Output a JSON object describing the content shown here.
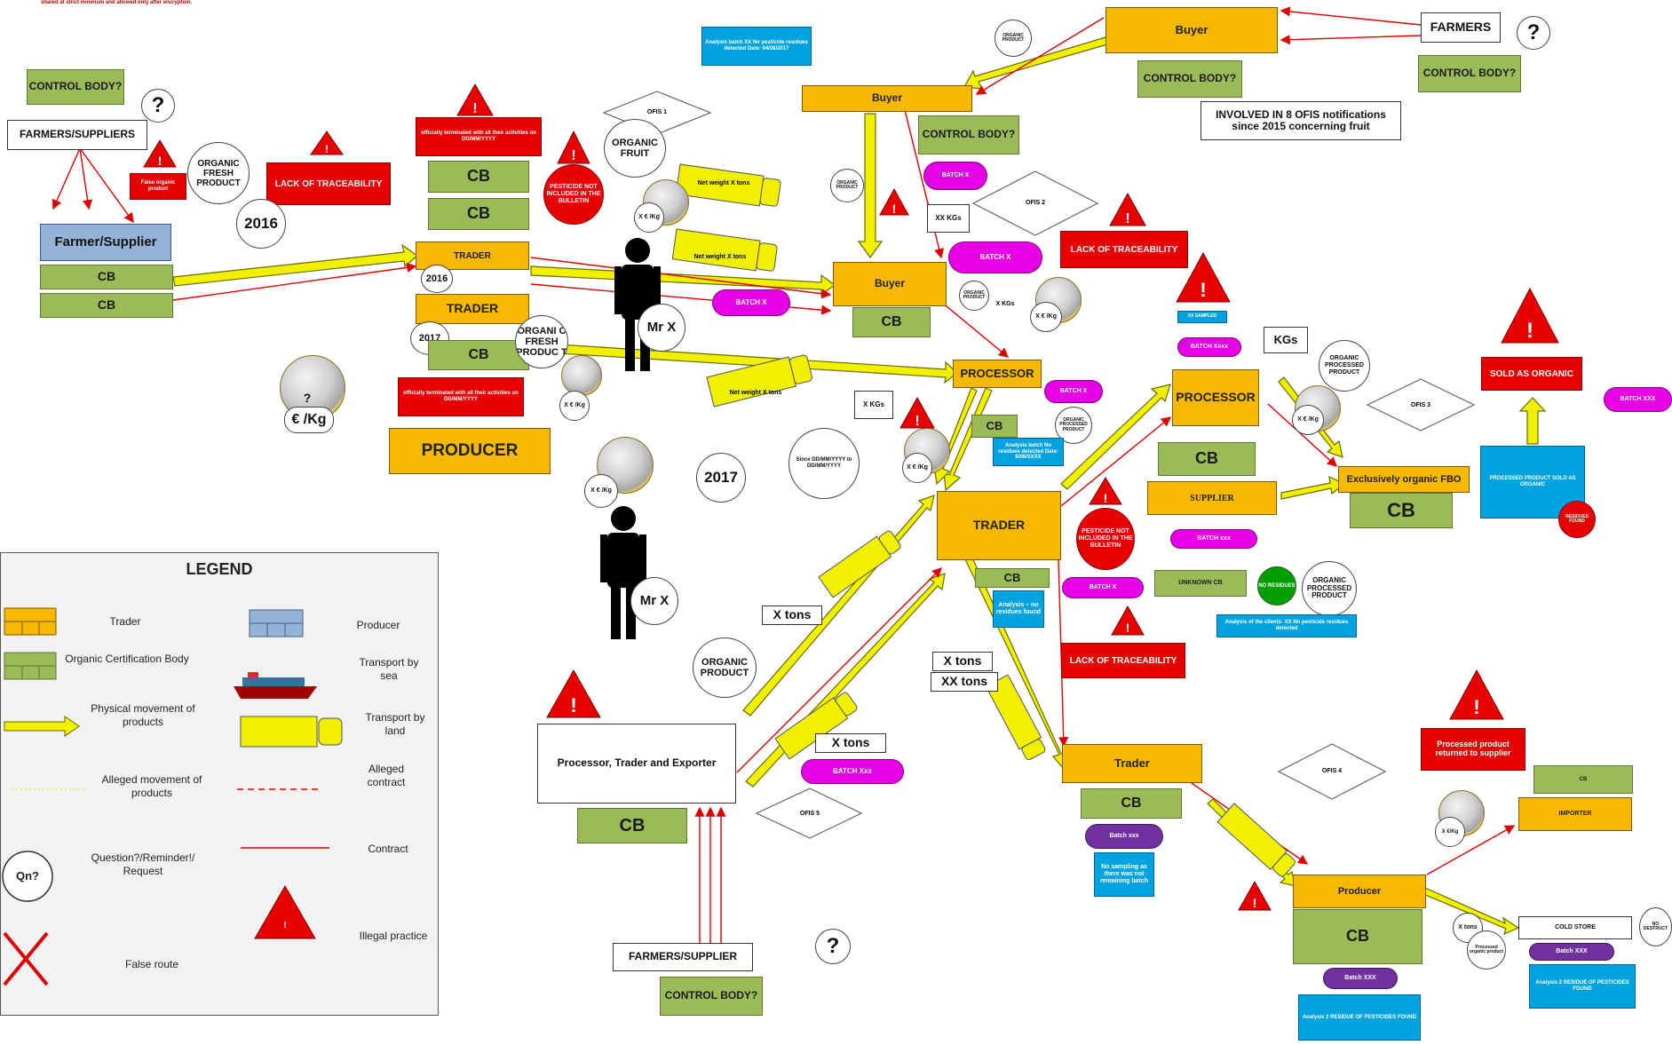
{
  "note": "shared at strict minimum and allowed only after encryption.",
  "left_chain": {
    "control_body": "CONTROL BODY?",
    "question": "?",
    "farmers_suppliers": "FARMERS/SUPPLIERS",
    "false_organic": "False organic product",
    "organic_fresh_product": "ORGANIC FRESH PRODUCT",
    "lack_traceability": "LACK OF TRACEABILITY",
    "year_2016": "2016",
    "farmer_supplier": "Farmer/Supplier",
    "cb1": "CB",
    "cb2": "CB",
    "officially_terminated_top": "officially terminated with all their activities on DD/MM/YYYY",
    "cb_a": "CB",
    "cb_b": "CB",
    "pesticide_not_included": "PESTICIDE NOT INCLUDED IN THE BULLETIN",
    "trader1": "TRADER",
    "trader1_year": "2016",
    "trader2": "TRADER",
    "trader2_year": "2017",
    "cb_trader2": "CB",
    "organic_fresh_product2": "ORGANI C FRESH PRODUC T",
    "officially_terminated_bottom": "officially terminated with all their activities on DD/MM/YYYY",
    "producer": "PRODUCER",
    "price_q": "?",
    "price_unit": "€ /Kg",
    "mr_x_1": "Mr X",
    "mr_x_2": "Mr X",
    "price_x": "X € /Kg",
    "year_2017": "2017",
    "since_date": "Since DD/MM/YYYY to DD/MM/YYYY"
  },
  "center": {
    "analysis_top": "Analysis batch XX No pesticide residues detected Date: 04/08/2017",
    "ofis1": "OFIS 1",
    "organic_fruit": "ORGANIC FRUIT",
    "net_weight_1": "Net weight X tons",
    "net_weight_2": "Net weight X tons",
    "net_weight_3": "Net weight X tons",
    "x_eur_kg_1": "X € /Kg",
    "x_eur_kg_2": "X € /Kg",
    "x_eur_kg_3": "X € /Kg",
    "x_eur_kg_4": "X € /Kg",
    "batch_x_pill": "BATCH X",
    "buyer_top": "Buyer",
    "organic_product_small": "ORGANIC PRODUCT",
    "control_body_center": "CONTROL BODY?",
    "batch_x_1": "BATCH X",
    "xx_kgs": "XX KGs",
    "ofis2": "OFIS 2",
    "batch_x_2": "BATCH X",
    "lack_traceability_2": "LACK OF TRACEABILITY",
    "buyer_mid": "Buyer",
    "cb_buyer": "CB",
    "organic_product_2": "ORGANIC PRODUCT",
    "x_kgs_1": "X KGs",
    "x_kgs_2": "X KGs",
    "processor_mid": "PROCESSOR",
    "batch_x_3": "BATCH X",
    "cb_processor": "CB",
    "organic_processed_product": "ORGANIC PROCESSED PRODUCT",
    "analysis_batch_mid": "Analysis batch No residues detected Date: 6/06/XXXX",
    "trader_center": "TRADER",
    "pesticide_not_included_2": "PESTICIDE NOT INCLUDED IN THE BULLETIN",
    "cb_trader_center": "CB",
    "analysis_no_residues": "Analysis – no residues found",
    "batch_x_4": "BATCH X",
    "x_tons_1": "X tons",
    "x_tons_2": "X tons",
    "xx_tons": "XX tons",
    "x_tons_3": "X tons",
    "batch_xxx_pill": "BATCH Xxx",
    "organic_product_3": "ORGANIC PRODUCT",
    "processor_trader_exporter": "Processor, Trader and Exporter",
    "cb_exporter": "CB",
    "ofis5": "OFIS 5",
    "farmers_supplier_bottom": "FARMERS/SUPPLIER",
    "control_body_bottom": "CONTROL BODY?",
    "question_bottom": "?",
    "lack_traceability_3": "LACK OF TRACEABILITY",
    "trader_lower": "Trader",
    "cb_trader_lower": "CB",
    "batch_xxx_purple": "Batch xxx",
    "no_sampling": "No sampling as there was not remaining batch"
  },
  "right": {
    "organic_product_top": "ORGANIC PRODUCT",
    "buyer_right": "Buyer",
    "farmers": "FARMERS",
    "question_right": "?",
    "control_body_right1": "CONTROL BODY?",
    "control_body_right2": "CONTROL BODY?",
    "involved_ofis": "INVOLVED IN 8 OFIS notifications since 2015 concerning fruit",
    "sampled": "XX SAMPLED",
    "batch_xxxx": "BATCH Xxxx",
    "kgs": "KGs",
    "organic_processed_right": "ORGANIC PROCESSED PRODUCT",
    "processor_right": "PROCESSOR",
    "x_eur_kg_right": "X € /Kg",
    "ofis3": "OFIS 3",
    "cb_processor_right": "CB",
    "supplier": "SUPPLIER",
    "batch_xxx_2": "BATCH xxx",
    "exclusively_organic": "Exclusively organic FBO",
    "cb_fbo": "CB",
    "unknown_cb": "UNKNOWN CB",
    "no_residues": "NO RESIDUES",
    "organic_processed_product_2": "ORGANIC PROCESSED PRODUCT",
    "analysis_clients": "Analysis of the clients: XX No pesticide residues detected",
    "sold_as_organic": "SOLD AS ORGANIC",
    "batch_xxx_far": "BATCH XXX",
    "processed_sold": "PROCESSED PRODUCT SOLD AS ORGANIC",
    "residues_found": "RESIDUES FOUND",
    "ofis4": "OFIS 4",
    "returned": "Processed product returned to supplier",
    "cb_importer": "CB",
    "importer": "IMPORTER",
    "x_eur_kg_importer": "X €/Kg",
    "producer_right": "Producer",
    "cb_producer": "CB",
    "batch_xxx_producer": "Batch XXX",
    "analysis_residue_1": "Analysis 2 RESIDUE OF PESTICIDES FOUND",
    "x_tons_circle": "X tons",
    "processed_organic": "Processed organic product",
    "cold_store": "COLD STORE",
    "batch_xxx_cold": "Batch XXX",
    "analysis_residue_2": "Analysis 2 RESIDUE OF PESTICIDES FOUND",
    "no_destruction": "NO DESTRUCT"
  },
  "legend": {
    "title": "LEGEND",
    "trader": "Trader",
    "producer": "Producer",
    "cert_body": "Organic Certification Body",
    "transport_sea": "Transport by sea",
    "physical_movement": "Physical movement of products",
    "transport_land": "Transport by land",
    "alleged_movement": "Alleged movement of products",
    "alleged_contract": "Alleged contract",
    "question_label": "Question?/Reminder!/ Request",
    "qn": "Qn?",
    "contract": "Contract",
    "illegal_practice": "Illegal practice",
    "illegal_mark": "!",
    "false_route": "False route"
  },
  "colors": {
    "orange": "#f6b800",
    "green": "#9bbb59",
    "blue": "#00a3e0",
    "red": "#e60000",
    "magenta": "#e600e6",
    "purple": "#7030a0",
    "arrow_yellow": "#f0f000",
    "contract_red": "#e00000"
  }
}
